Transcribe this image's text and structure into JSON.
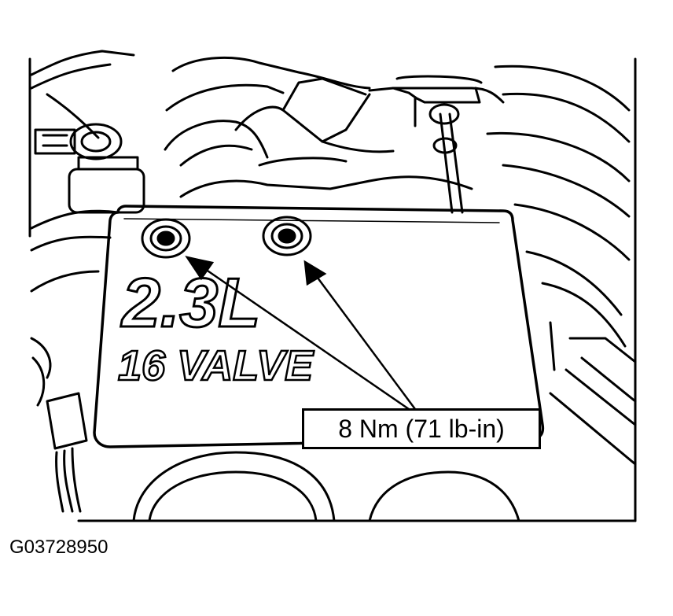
{
  "cover": {
    "line1": "2.3L",
    "line2": "16 VALVE"
  },
  "callout": {
    "torque": "8 Nm (71 lb-in)"
  },
  "figure": {
    "id": "G03728950"
  },
  "colors": {
    "ink": "#000000",
    "paper": "#ffffff"
  }
}
